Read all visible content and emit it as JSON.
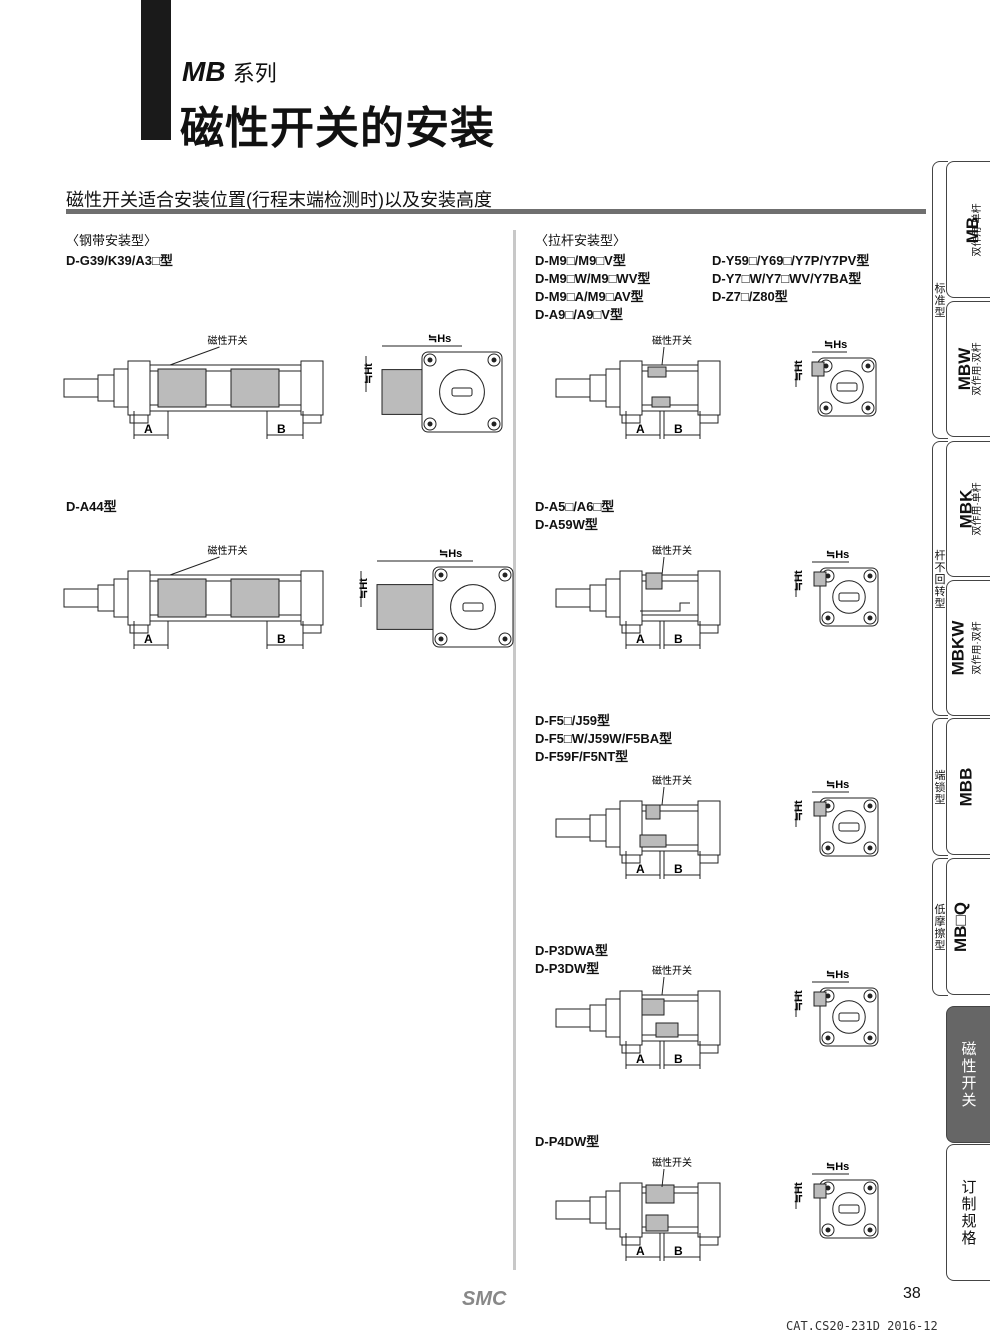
{
  "header": {
    "series_code": "MB",
    "series_suffix": "系列",
    "title": "磁性开关的安装",
    "subtitle": "磁性开关适合安装位置(行程末端检测时)以及安装高度"
  },
  "left": {
    "section_title": "〈钢带安装型〉",
    "models_a": "D-G39/K39/A3□型",
    "models_b": "D-A44型"
  },
  "right": {
    "section_title": "〈拉杆安装型〉",
    "models_1a": [
      "D-M9□/M9□V型",
      "D-M9□W/M9□WV型",
      "D-M9□A/M9□AV型",
      "D-A9□/A9□V型"
    ],
    "models_1b": [
      "D-Y59□/Y69□/Y7P/Y7PV型",
      "D-Y7□W/Y7□WV/Y7BA型",
      "D-Z7□/Z80型"
    ],
    "models_2": [
      "D-A5□/A6□型",
      "D-A59W型"
    ],
    "models_3": [
      "D-F5□/J59型",
      "D-F5□W/J59W/F5BA型",
      "D-F59F/F5NT型"
    ],
    "models_4": [
      "D-P3DWA型",
      "D-P3DW型"
    ],
    "models_5": [
      "D-P4DW型"
    ]
  },
  "figure_labels": {
    "switch": "磁性开关",
    "a": "A",
    "b": "B",
    "hs": "≒Hs",
    "ht": "≒Ht"
  },
  "side_tabs": [
    {
      "code": "MB",
      "note": "双作用·单杆"
    },
    {
      "code": "MBW",
      "note": "双作用·双杆"
    },
    {
      "code": "MBK",
      "note": "双作用·单杆"
    },
    {
      "code": "MBKW",
      "note": "双作用·双杆"
    },
    {
      "code": "MBB",
      "note": ""
    },
    {
      "code": "MB□Q",
      "note": ""
    },
    {
      "code": "磁性开关",
      "note": ""
    },
    {
      "code": "订制规格",
      "note": ""
    }
  ],
  "side_groups": [
    "标准型",
    "杆不回转型",
    "端锁型",
    "低摩擦型"
  ],
  "footer": {
    "page": "38",
    "catalog": "CAT.CS20-231D 2016-12",
    "brand": "SMC"
  }
}
